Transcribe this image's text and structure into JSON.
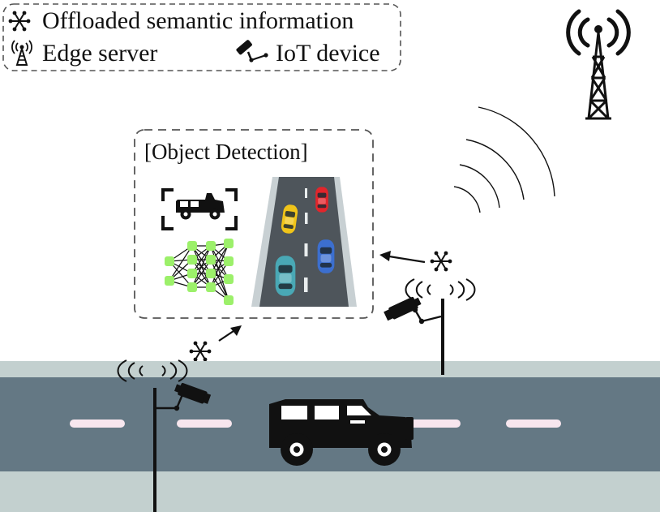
{
  "legend": {
    "semantic_info_label": "Offloaded semantic information",
    "edge_server_label": "Edge server",
    "iot_device_label": "IoT device"
  },
  "detection_panel": {
    "title": "[Object Detection]"
  },
  "colors": {
    "road": "#647884",
    "road_edge": "#c3d0cf",
    "lane_mark": "#f7e6ee",
    "dashed_border": "#555555",
    "nn_node": "#9cf06a",
    "icon": "#111111",
    "mini_road": "#4e555b",
    "mini_road_edge": "#c8d0d3",
    "car_red": "#e2252b",
    "car_yellow": "#f0c419",
    "car_blue": "#3c6fcf",
    "car_teal": "#49a8b5"
  },
  "icons": {
    "semantic": "asterisk-node-icon",
    "edge_server": "radio-tower-icon",
    "iot_device": "surveillance-camera-icon"
  }
}
